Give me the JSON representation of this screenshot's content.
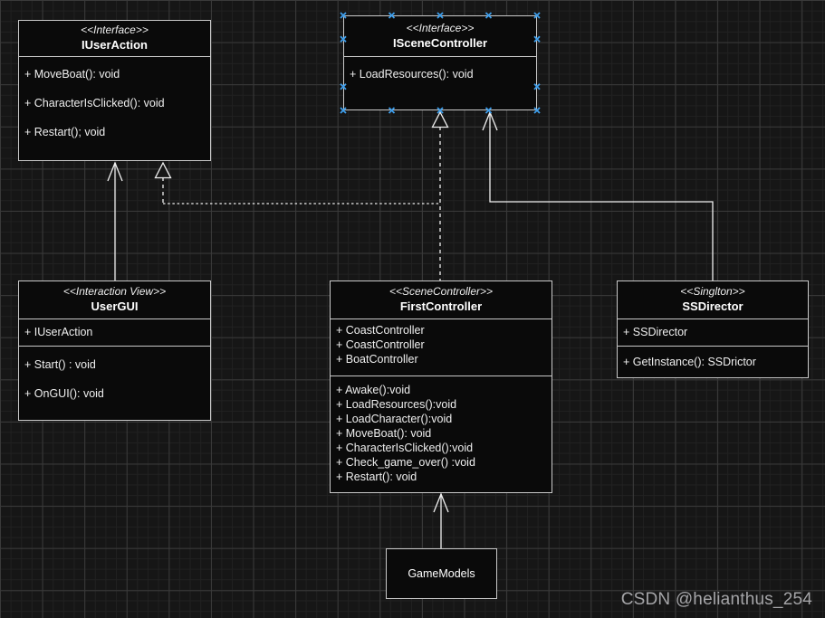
{
  "canvas": {
    "watermark": "CSDN @helianthus_254",
    "background_color": "#161616",
    "grid_minor_color": "#212121",
    "grid_major_color": "#3a3a3a"
  },
  "colors": {
    "box_fill": "#0a0a0a",
    "box_border": "#c9c9c9",
    "edge_line": "#f0f0f0",
    "text": "#f1f1f1",
    "selection_handle": "#3f9fec",
    "watermark": "#a5a5a8"
  },
  "classes": {
    "iuser_action": {
      "stereotype": "<<Interface>>",
      "name": "IUserAction",
      "methods": [
        "+ MoveBoat(): void",
        "+ CharacterIsClicked(): void",
        "+ Restart(); void"
      ]
    },
    "iscene_controller": {
      "stereotype": "<<Interface>>",
      "name": "ISceneController",
      "methods": [
        "+ LoadResources(): void"
      ],
      "selected": true
    },
    "user_gui": {
      "stereotype": "<<Interaction View>>",
      "name": "UserGUI",
      "attributes": [
        "+ IUserAction"
      ],
      "methods": [
        "+ Start() : void",
        "+ OnGUI(): void"
      ]
    },
    "first_controller": {
      "stereotype": "<<SceneController>>",
      "name": "FirstController",
      "attributes": [
        "+ CoastController",
        "+ CoastController",
        "+ BoatController"
      ],
      "methods": [
        "+ Awake():void",
        "+ LoadResources():void",
        "+ LoadCharacter():void",
        "+ MoveBoat(): void",
        "+ CharacterIsClicked():void",
        "+ Check_game_over() :void",
        "+ Restart(): void"
      ]
    },
    "ss_director": {
      "stereotype": "<<Singlton>>",
      "name": "SSDirector",
      "attributes": [
        "+ SSDirector"
      ],
      "methods": [
        "+ GetInstance(): SSDrictor"
      ]
    },
    "game_models": {
      "name": "GameModels"
    }
  },
  "edges": [
    {
      "from": "UserGUI",
      "to": "IUserAction",
      "line": "solid",
      "arrow": "open"
    },
    {
      "from": "FirstController",
      "to": "IUserAction",
      "line": "dashed",
      "arrow": "hollow-triangle"
    },
    {
      "from": "FirstController",
      "to": "ISceneController",
      "line": "dashed",
      "arrow": "hollow-triangle"
    },
    {
      "from": "SSDirector",
      "to": "ISceneController",
      "line": "solid",
      "arrow": "open"
    },
    {
      "from": "GameModels",
      "to": "FirstController",
      "line": "solid",
      "arrow": "open"
    }
  ]
}
